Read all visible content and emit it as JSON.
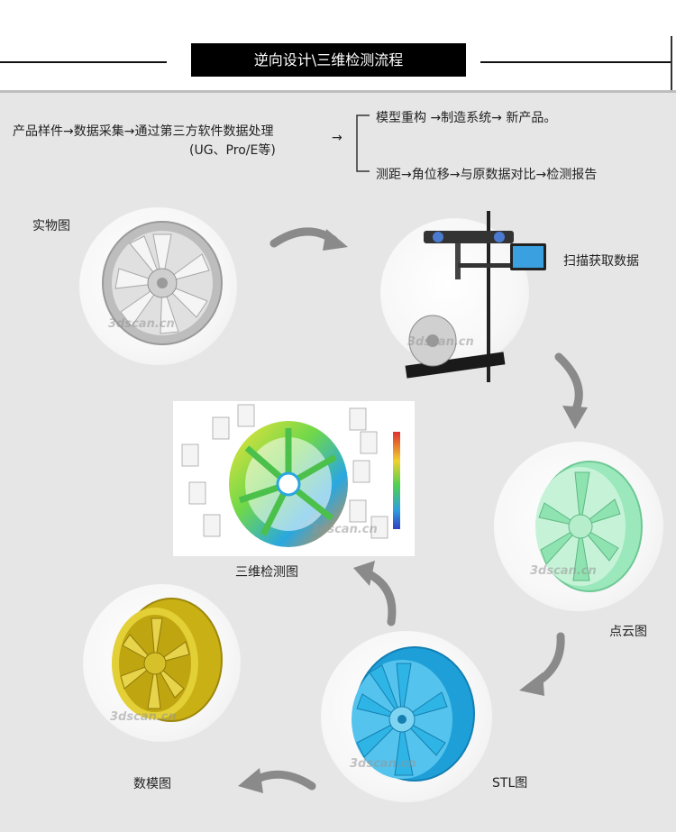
{
  "header": {
    "title": "逆向设计\\三维检测流程"
  },
  "flow": {
    "line1": "产品样件→数据采集→通过第三方软件数据处理",
    "line1_sub": "(UG、Pro/E等)",
    "arrow": "→",
    "branch_top": "模型重构 →制造系统→ 新产品。",
    "branch_bottom": "测距→角位移→与原数据对比→检测报告"
  },
  "stages": {
    "physical": "实物图",
    "scan": "扫描获取数据",
    "point_cloud": "点云图",
    "stl": "STL图",
    "cad": "数模图",
    "inspection": "三维检测图"
  },
  "watermark": "3dscan.cn",
  "colors": {
    "accent_black": "#000000",
    "background": "#e6e6e6",
    "arrow_grey": "#8a8a8a",
    "wheel_silver": "#c8c8c8",
    "wheel_mint": "#8fe3b0",
    "wheel_cyan": "#2fb4e6",
    "wheel_gold": "#d8c21a"
  }
}
